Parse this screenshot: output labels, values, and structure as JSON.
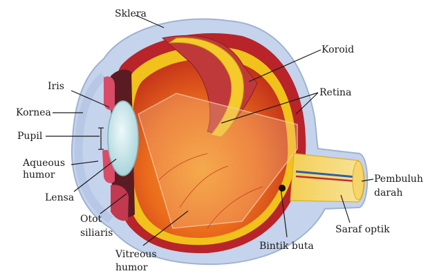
{
  "labels": {
    "sklera": "Sklera",
    "koroid": "Koroid",
    "iris": "Iris",
    "retina": "Retina",
    "kornea": "Kornea",
    "pupil": "Pupil",
    "aqueous_line1": "Aqueous",
    "aqueous_line2": "humor",
    "lensa": "Lensa",
    "otot_line1": "Otot",
    "otot_line2": "siliaris",
    "pembuluh_line1": "Pembuluh",
    "pembuluh_line2": "darah",
    "saraf": "Saraf optik",
    "vitreous_line1": "Vitreous",
    "vitreous_line2": "humor",
    "bintik": "Bintik buta"
  },
  "colors": {
    "sclera": "#b9c9e6",
    "choroid": "#b8242a",
    "retina": "#f1c21b",
    "vitreous": "#e2501a",
    "lens": "#c9e7ea",
    "iris": "#d94b66"
  }
}
